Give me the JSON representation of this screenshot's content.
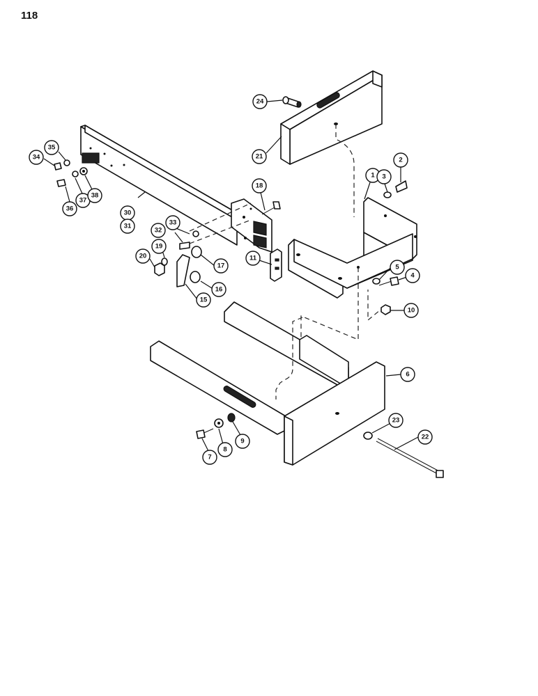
{
  "page": {
    "number": "118"
  },
  "callouts": [
    {
      "id": "c1",
      "label": "1"
    },
    {
      "id": "c2",
      "label": "2"
    },
    {
      "id": "c3",
      "label": "3"
    },
    {
      "id": "c4",
      "label": "4"
    },
    {
      "id": "c5",
      "label": "5"
    },
    {
      "id": "c6",
      "label": "6"
    },
    {
      "id": "c7",
      "label": "7"
    },
    {
      "id": "c8",
      "label": "8"
    },
    {
      "id": "c9",
      "label": "9"
    },
    {
      "id": "c10",
      "label": "10"
    },
    {
      "id": "c11",
      "label": "11"
    },
    {
      "id": "c15",
      "label": "15"
    },
    {
      "id": "c16",
      "label": "16"
    },
    {
      "id": "c17",
      "label": "17"
    },
    {
      "id": "c18",
      "label": "18"
    },
    {
      "id": "c19",
      "label": "19"
    },
    {
      "id": "c20",
      "label": "20"
    },
    {
      "id": "c21",
      "label": "21"
    },
    {
      "id": "c22",
      "label": "22"
    },
    {
      "id": "c23",
      "label": "23"
    },
    {
      "id": "c24",
      "label": "24"
    },
    {
      "id": "c30",
      "label": "30"
    },
    {
      "id": "c31",
      "label": "31"
    },
    {
      "id": "c32",
      "label": "32"
    },
    {
      "id": "c33",
      "label": "33"
    },
    {
      "id": "c34",
      "label": "34"
    },
    {
      "id": "c35",
      "label": "35"
    },
    {
      "id": "c36",
      "label": "36"
    },
    {
      "id": "c37",
      "label": "37"
    },
    {
      "id": "c38",
      "label": "38"
    }
  ]
}
